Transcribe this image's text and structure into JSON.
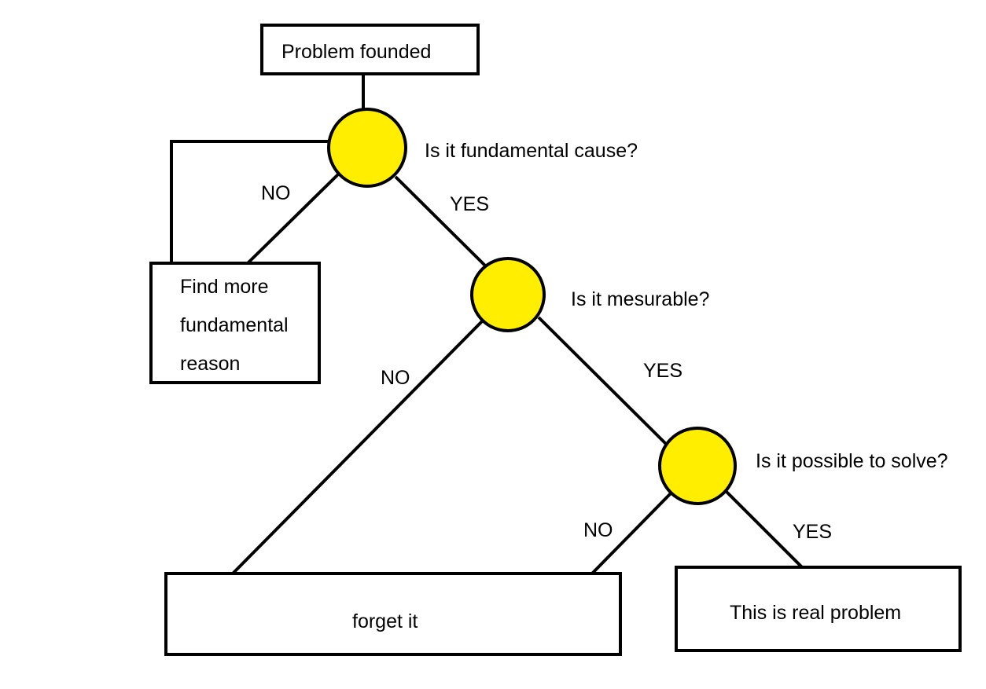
{
  "nodes": {
    "start": {
      "label": "Problem founded"
    },
    "q1": {
      "question": "Is it fundamental cause?"
    },
    "q2": {
      "question": "Is it mesurable?"
    },
    "q3": {
      "question": "Is it possible to solve?"
    },
    "find_more": {
      "lines": [
        "Find more",
        "fundamental",
        "reason"
      ]
    },
    "forget": {
      "label": "forget it"
    },
    "real": {
      "label": "This is real problem"
    }
  },
  "edges": {
    "q1_no": "NO",
    "q1_yes": "YES",
    "q2_no": "NO",
    "q2_yes": "YES",
    "q3_no": "NO",
    "q3_yes": "YES"
  },
  "colors": {
    "decision_fill": "#ffee00",
    "stroke": "#000000"
  }
}
